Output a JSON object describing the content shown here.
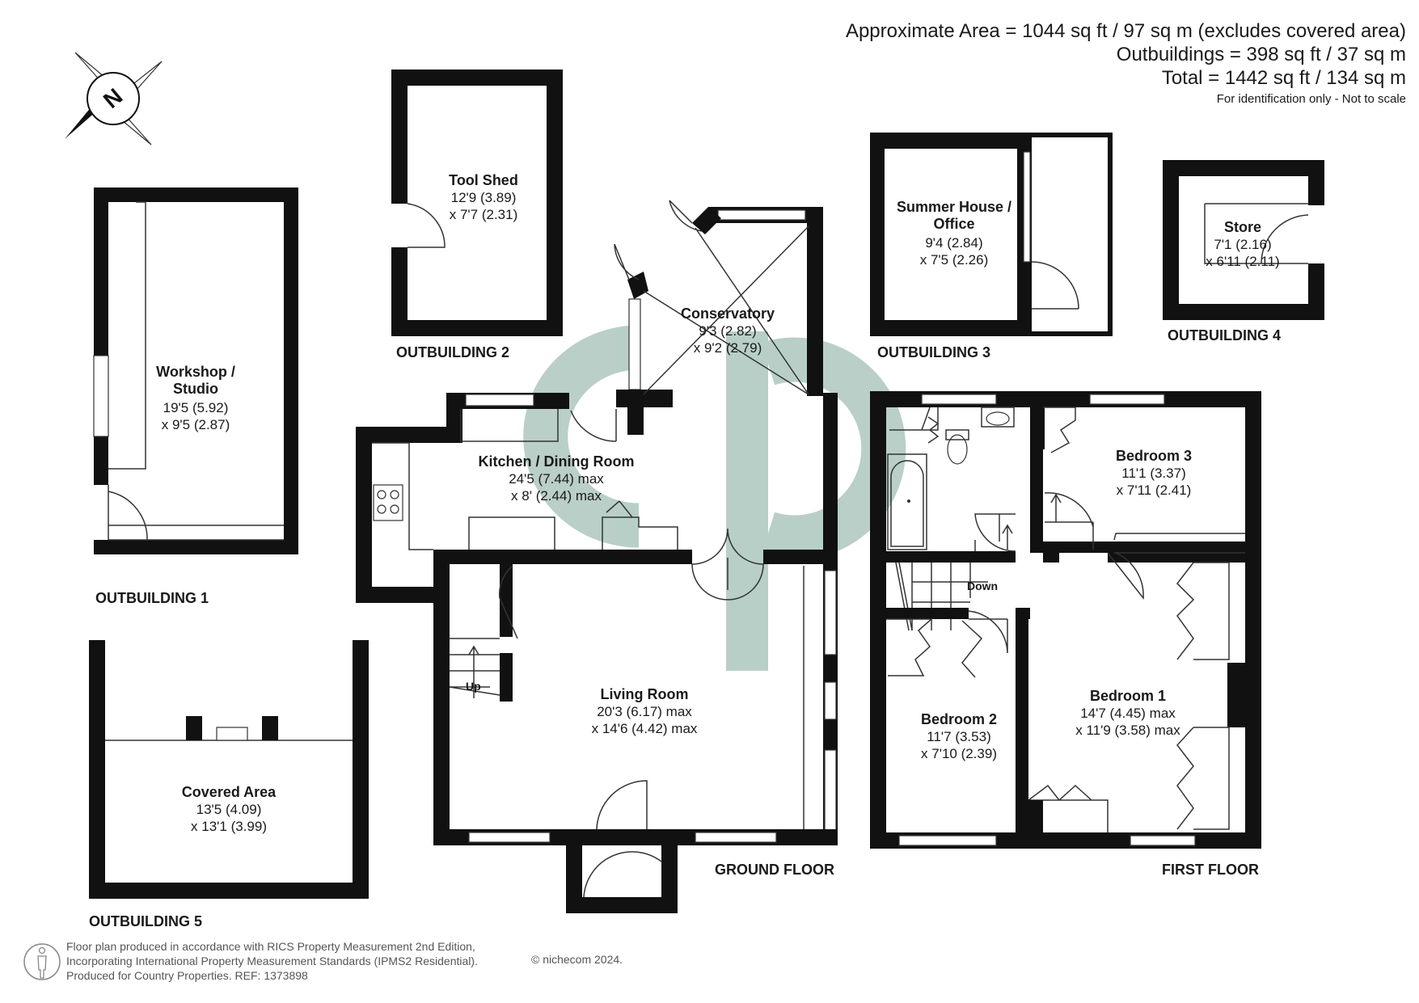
{
  "summary": {
    "approx_area": "Approximate Area = 1044 sq ft / 97 sq m (excludes covered area)",
    "outbuildings": "Outbuildings = 398 sq ft / 37 sq m",
    "total": "Total = 1442 sq ft / 134 sq m",
    "note": "For identification only - Not to scale"
  },
  "compass": {
    "letter": "N"
  },
  "rooms": {
    "workshop": {
      "name1": "Workshop /",
      "name2": "Studio",
      "dim1": "19'5 (5.92)",
      "dim2": "x 9'5 (2.87)"
    },
    "tool_shed": {
      "name": "Tool Shed",
      "dim1": "12'9 (3.89)",
      "dim2": "x 7'7 (2.31)"
    },
    "conservatory": {
      "name": "Conservatory",
      "dim1": "9'3 (2.82)",
      "dim2": "x 9'2 (2.79)"
    },
    "summer_house": {
      "name1": "Summer House /",
      "name2": "Office",
      "dim1": "9'4 (2.84)",
      "dim2": "x 7'5 (2.26)"
    },
    "store": {
      "name": "Store",
      "dim1": "7'1 (2.16)",
      "dim2": "x 6'11 (2.11)"
    },
    "kitchen": {
      "name": "Kitchen / Dining Room",
      "dim1": "24'5 (7.44) max",
      "dim2": "x 8' (2.44) max"
    },
    "living": {
      "name": "Living Room",
      "dim1": "20'3 (6.17) max",
      "dim2": "x 14'6 (4.42) max"
    },
    "covered": {
      "name": "Covered Area",
      "dim1": "13'5 (4.09)",
      "dim2": "x 13'1 (3.99)"
    },
    "bedroom3": {
      "name": "Bedroom 3",
      "dim1": "11'1 (3.37)",
      "dim2": "x 7'11 (2.41)"
    },
    "bedroom2": {
      "name": "Bedroom 2",
      "dim1": "11'7 (3.53)",
      "dim2": "x 7'10 (2.39)"
    },
    "bedroom1": {
      "name": "Bedroom 1",
      "dim1": "14'7 (4.45) max",
      "dim2": "x 11'9 (3.58) max"
    }
  },
  "stairs": {
    "up": "Up",
    "down": "Down"
  },
  "labels": {
    "outbuilding1": "OUTBUILDING 1",
    "outbuilding2": "OUTBUILDING 2",
    "outbuilding3": "OUTBUILDING 3",
    "outbuilding4": "OUTBUILDING 4",
    "outbuilding5": "OUTBUILDING 5",
    "ground_floor": "GROUND FLOOR",
    "first_floor": "FIRST FLOOR"
  },
  "footer": {
    "line1": "Floor plan produced in accordance with RICS Property Measurement 2nd Edition,",
    "line2": "Incorporating International Property Measurement Standards (IPMS2 Residential).",
    "line3": "Produced for Country Properties.   REF: 1373898",
    "copyright": "© nichecom 2024."
  },
  "colors": {
    "wall": "#111111",
    "watermark": "#7fa89a"
  }
}
